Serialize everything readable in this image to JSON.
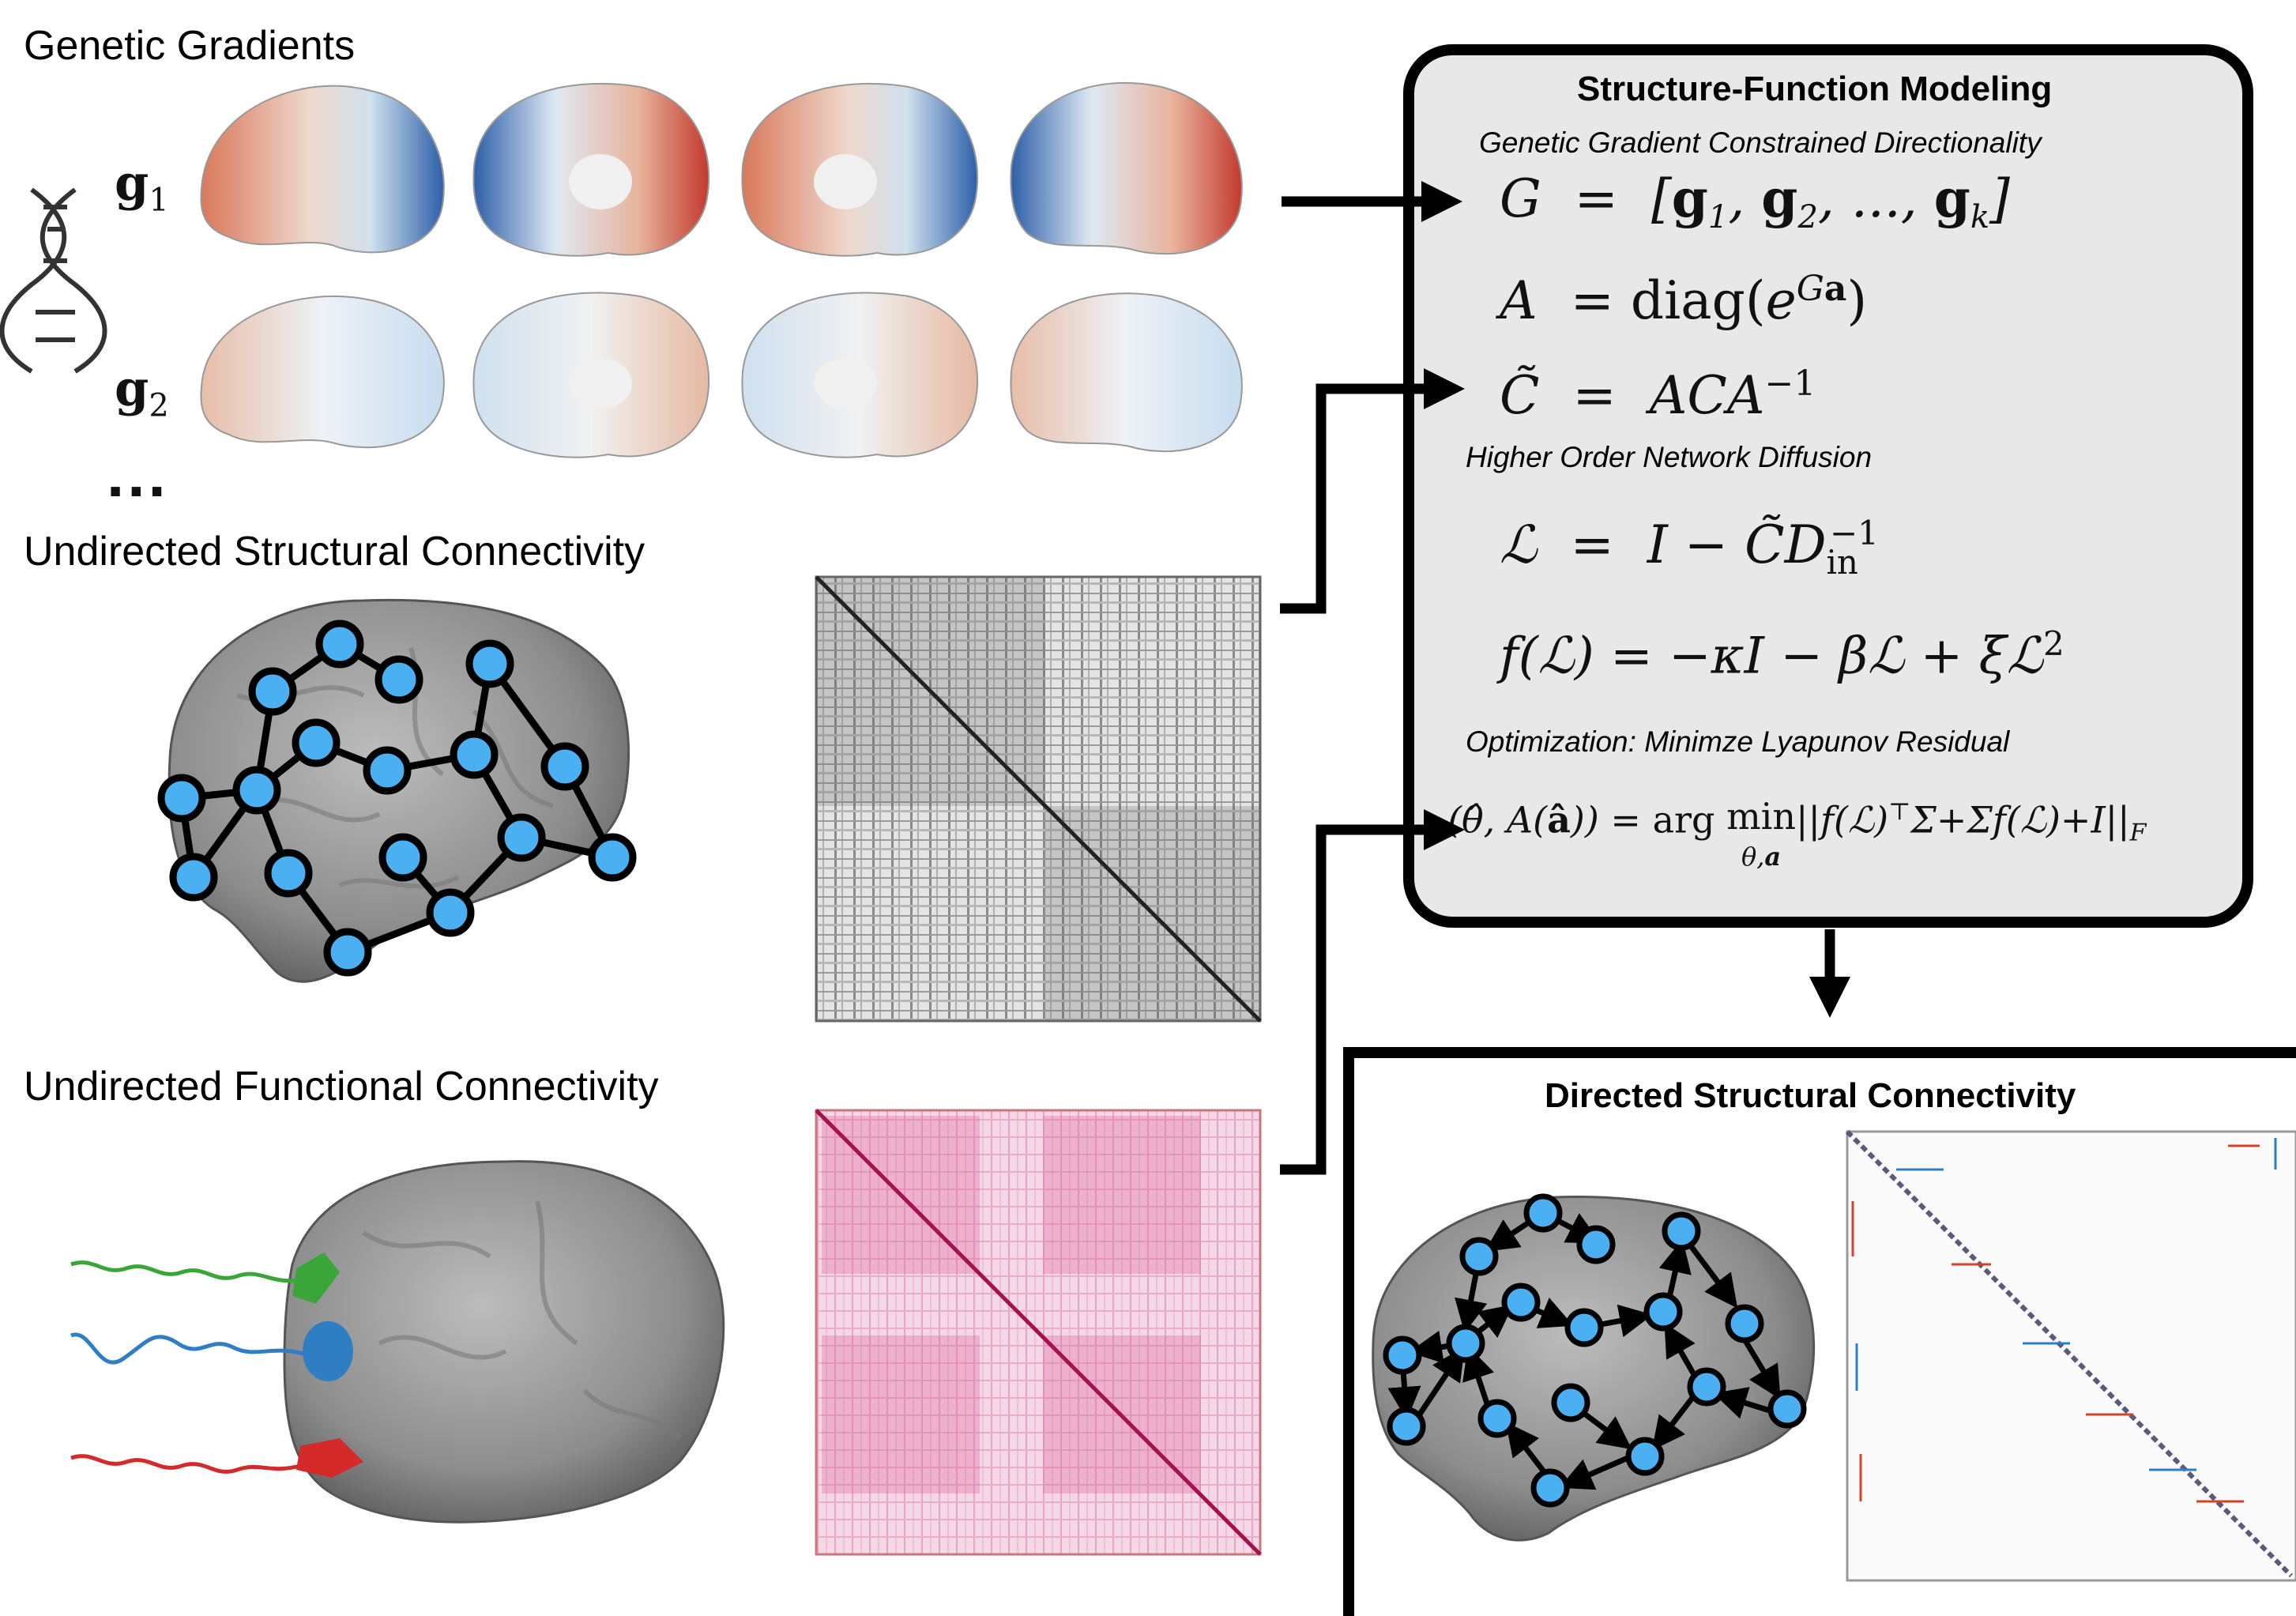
{
  "labels": {
    "genetic_gradients": "Genetic Gradients",
    "g1": "g",
    "g1_sub": "1",
    "g2": "g",
    "g2_sub": "2",
    "ellipsis": "...",
    "structural": "Undirected Structural Connectivity",
    "functional": "Undirected Functional Connectivity"
  },
  "model": {
    "title": "Structure-Function Modeling",
    "note1": "Genetic Gradient Constrained Directionality",
    "eq1": "G = [g₁, g₂, ..., gₖ]",
    "eq2": "A = diag(e^{Ga})",
    "eq3": "C̃ = ACA⁻¹",
    "note2": "Higher Order Network Diffusion",
    "eq4": "ℒ = I − C̃D_in⁻¹",
    "eq5": "f(ℒ) = −κI − βℒ + ξℒ²",
    "note3": "Optimization: Minimze Lyapunov Residual",
    "eq6": "(θ̂, A(â)) = arg min ||f(ℒ)ᵀΣ+Σf(ℒ)+I||_F"
  },
  "output": {
    "title": "Directed Structural Connectivity"
  },
  "colors": {
    "node": "#4ab0f2",
    "edge": "#000000",
    "box_fill": "#e8e8e8",
    "fc_matrix": "#d63384",
    "sc_matrix": "#555555",
    "warm": "#d9785a",
    "cool": "#3b6fb0",
    "signal_green": "#3aa63a",
    "signal_blue": "#2f7ec4",
    "signal_red": "#d42a2a"
  },
  "icons": [
    "dna-icon",
    "brain-icon",
    "matrix-icon",
    "arrow-icon"
  ]
}
